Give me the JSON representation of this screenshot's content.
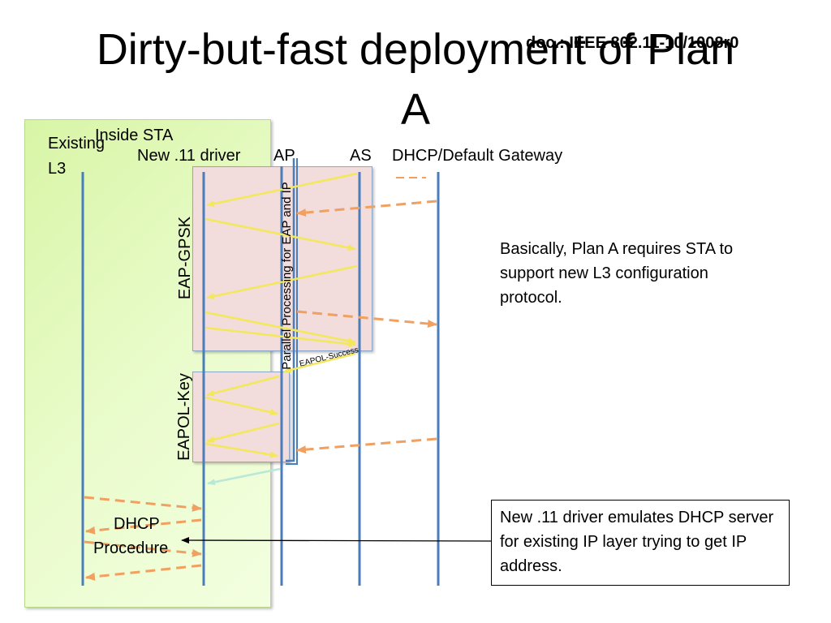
{
  "title": {
    "line1": "Dirty-but-fast deployment of Plan",
    "line2": "A"
  },
  "doc_ref": "doc.: IEEE 802.11-10/1008r0",
  "sta_box_label": "Inside STA",
  "lanes": {
    "existing_l3_line1": "Existing",
    "existing_l3_line2": "L3",
    "new_driver": "New .11 driver",
    "ap": "AP",
    "as": "AS",
    "dhcp_gw": "DHCP/Default Gateway"
  },
  "phases": {
    "eap_gpsk": "EAP-GPSK",
    "eapol_key": "EAPOL-Key",
    "parallel": "Parallel Processing for EAP and IP",
    "eapol_success": "EAPOL-Success",
    "dhcp_line1": "DHCP",
    "dhcp_line2": "Procedure"
  },
  "note_plan_a": "Basically, Plan A requires STA to support new L3 configuration protocol.",
  "callout_text": "New .11 driver emulates DHCP server for existing IP layer trying to get IP address.",
  "colors": {
    "lifeline": "#4a7ebb",
    "eap_arrow": "#f2e85a",
    "dhcp_arrow": "#f0a060",
    "success_arrow": "#b8e8d8",
    "sta_fill": "#e3f8c2",
    "phase_fill": "#f3dcdc"
  }
}
